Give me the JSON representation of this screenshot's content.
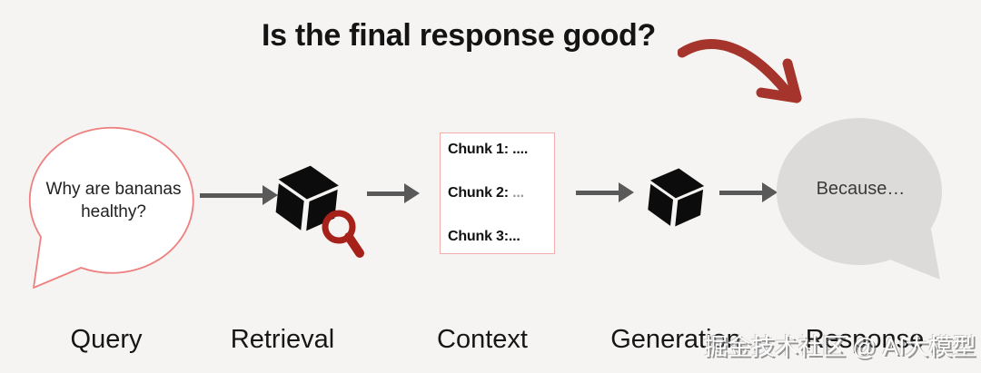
{
  "title": "Is the final response good?",
  "colors": {
    "bg": "#f6f4f2",
    "ink": "#1c1c1c",
    "red_arrow": "#A5352C",
    "magnifier": "#A62119",
    "query_border": "#EE8080",
    "context_border": "#F2ADAD",
    "flow_arrow": "#595959",
    "response_fill": "#dcdbd9",
    "muted_dots": "#9b9b9b"
  },
  "pipeline": {
    "query": {
      "label": "Query",
      "icon": "speech-bubble-outline",
      "bubble_text": "Why are bananas healthy?"
    },
    "retrieval": {
      "label": "Retrieval",
      "icon": "cube-with-magnifier"
    },
    "context": {
      "label": "Context",
      "icon": "chunk-list-box",
      "chunks": [
        {
          "name": "Chunk 1:",
          "dots": " ...."
        },
        {
          "name": "Chunk 2:",
          "dots": " ..."
        },
        {
          "name": "Chunk 3:",
          "dots": "..."
        }
      ]
    },
    "generation": {
      "label": "Generation",
      "icon": "cube"
    },
    "response": {
      "label": "Response",
      "icon": "speech-bubble-filled",
      "bubble_text": "Because…"
    }
  },
  "watermark": "掘金技术社区 @ AI大模型"
}
